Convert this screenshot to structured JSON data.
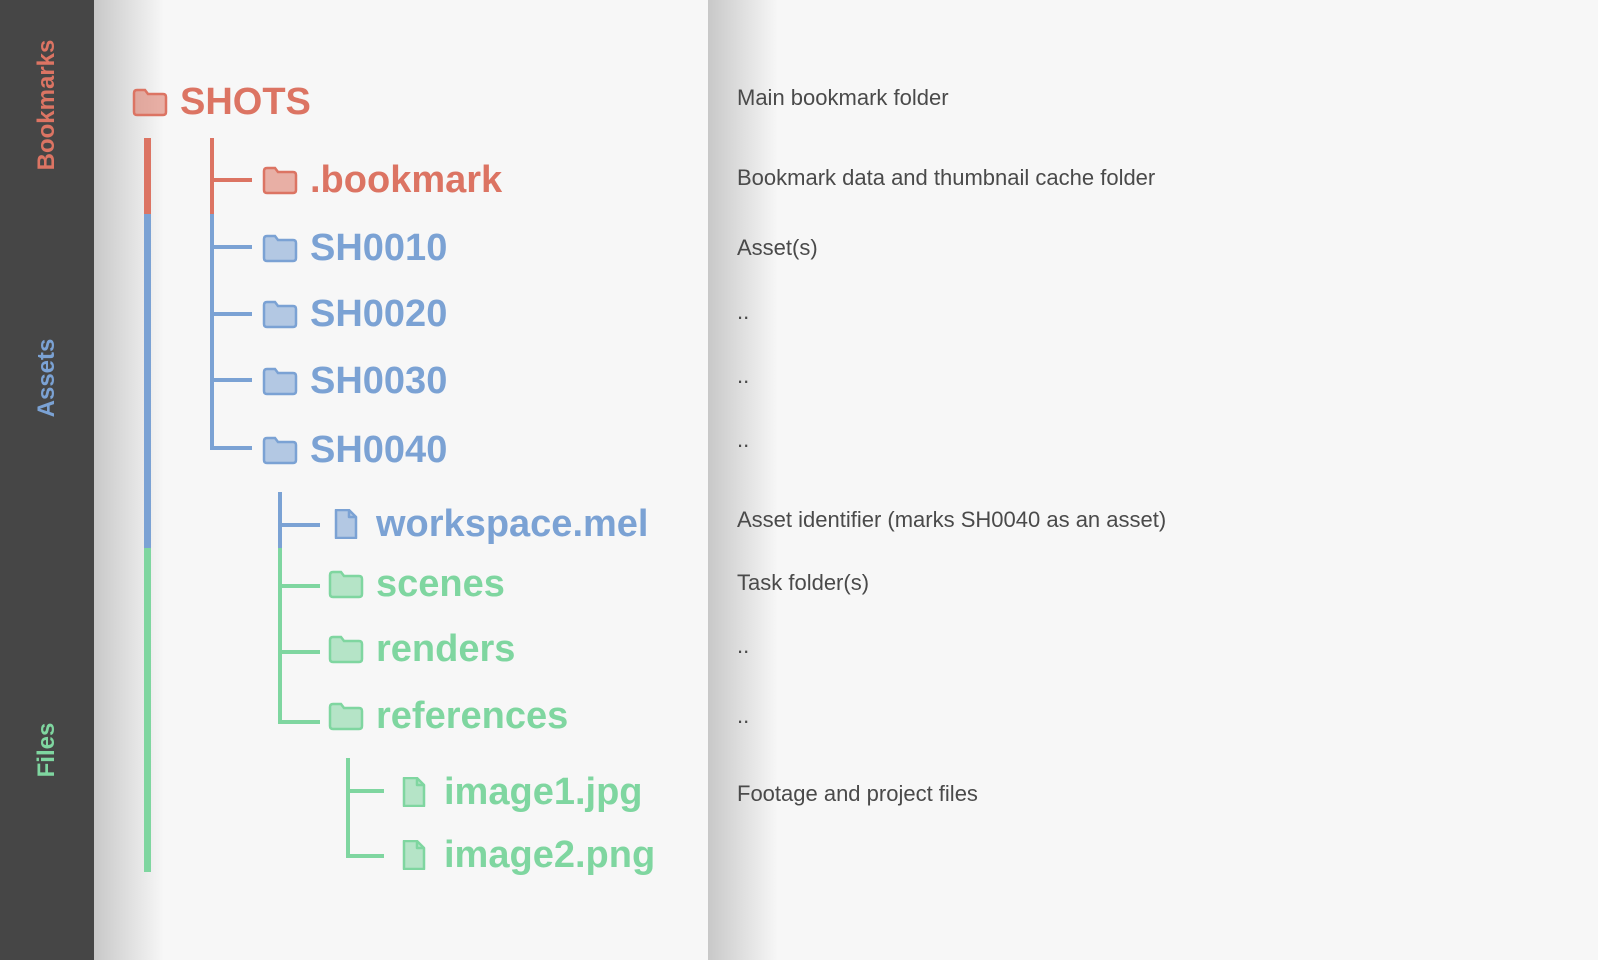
{
  "colors": {
    "bookmark": "#dc7463",
    "asset": "#7ba2d4",
    "file": "#7fd6a0",
    "sidebar": "#464646",
    "text": "#4a4a4a"
  },
  "sidebar": {
    "labels": [
      "Bookmarks",
      "Assets",
      "Files"
    ]
  },
  "tree": {
    "root": {
      "label": "SHOTS",
      "icon": "folder-icon",
      "color": "bookmark"
    },
    "nodes": [
      {
        "label": ".bookmark",
        "icon": "folder-icon",
        "color": "bookmark"
      },
      {
        "label": "SH0010",
        "icon": "folder-icon",
        "color": "asset"
      },
      {
        "label": "SH0020",
        "icon": "folder-icon",
        "color": "asset"
      },
      {
        "label": "SH0030",
        "icon": "folder-icon",
        "color": "asset"
      },
      {
        "label": "SH0040",
        "icon": "folder-icon",
        "color": "asset"
      },
      {
        "label": "workspace.mel",
        "icon": "file-icon",
        "color": "asset"
      },
      {
        "label": "scenes",
        "icon": "folder-icon",
        "color": "file"
      },
      {
        "label": "renders",
        "icon": "folder-icon",
        "color": "file"
      },
      {
        "label": "references",
        "icon": "folder-icon",
        "color": "file"
      },
      {
        "label": "image1.jpg",
        "icon": "file-icon",
        "color": "file"
      },
      {
        "label": "image2.png",
        "icon": "file-icon",
        "color": "file"
      }
    ]
  },
  "descriptions": [
    "Main bookmark folder",
    "Bookmark data and thumbnail cache folder",
    "Asset(s)",
    "..",
    "..",
    "..",
    "Asset identifier (marks SH0040 as an asset)",
    "Task folder(s)",
    "..",
    "..",
    "Footage and project files"
  ]
}
